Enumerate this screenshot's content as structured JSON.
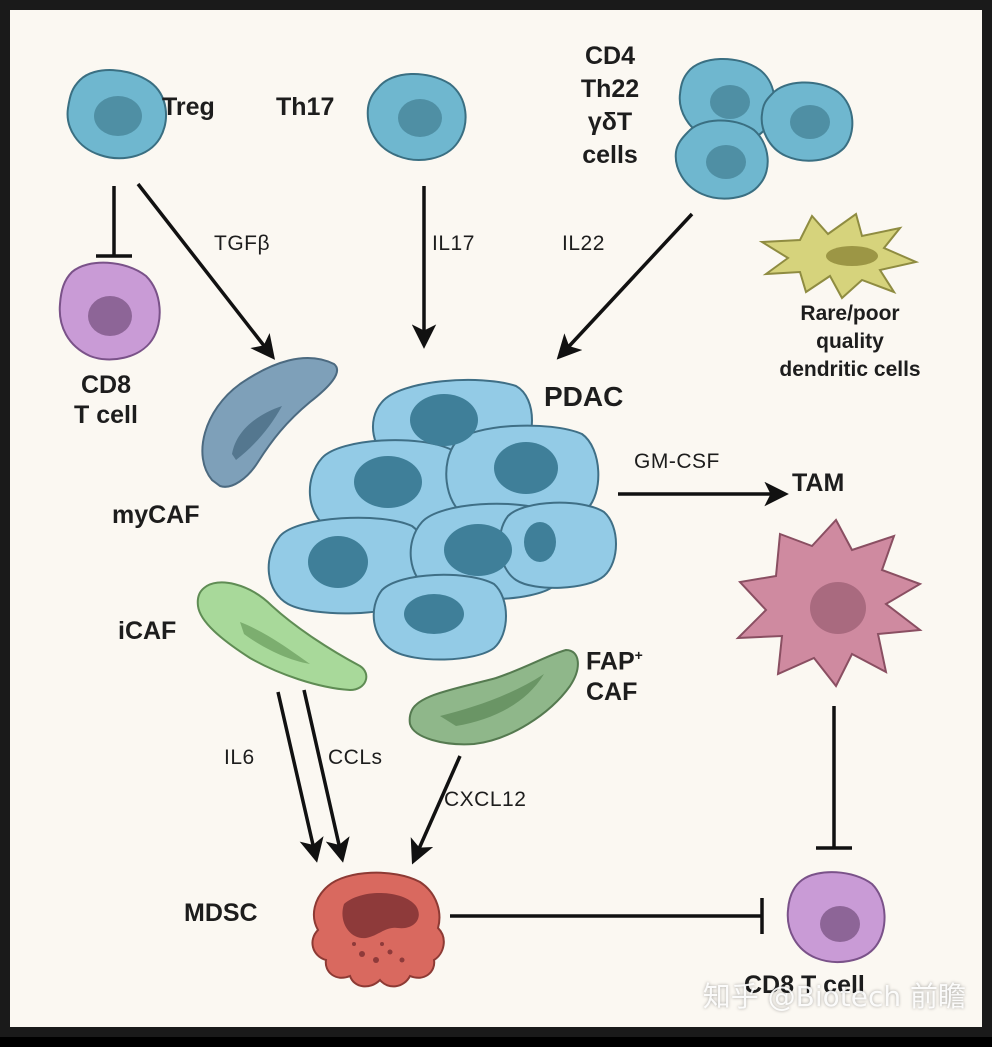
{
  "cells": {
    "treg": "Treg",
    "th17": "Th17",
    "cd4_group": [
      "CD4",
      "Th22",
      "γδT",
      "cells"
    ],
    "cd8_top": [
      "CD8",
      "T cell"
    ],
    "dendritic": [
      "Rare/poor",
      "quality",
      "dendritic cells"
    ],
    "pdac": "PDAC",
    "mycaf": "myCAF",
    "tam": "TAM",
    "icaf": "iCAF",
    "fap_caf": "FAP",
    "fap_sup": "+",
    "fap_caf_2": "CAF",
    "mdsc": "MDSC",
    "cd8_bottom": "CD8 T cell"
  },
  "signals": {
    "tgfb": "TGFβ",
    "il17": "IL17",
    "il22": "IL22",
    "gmcsf": "GM-CSF",
    "il6": "IL6",
    "ccls": "CCLs",
    "cxcl12": "CXCL12"
  },
  "watermark": "知乎 @Biotech 前瞻",
  "colors": {
    "t_cell_blue": "#6fb7cf",
    "cd8_purple": "#c99bd6",
    "tumor_blue": "#93cbe6",
    "tumor_nucleus": "#3f7f99",
    "mycaf": "#7ea0b9",
    "icaf": "#a8d99a",
    "fap_caf": "#8fb78a",
    "dendritic": "#d6d37c",
    "tam": "#cf8aa0",
    "mdsc": "#d9695f"
  }
}
